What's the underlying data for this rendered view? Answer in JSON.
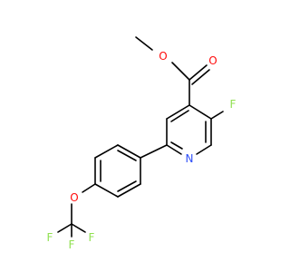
{
  "molecule": {
    "colors": {
      "bond": "#000000",
      "O": "#ff0d0d",
      "N": "#3050f8",
      "F": "#90e050"
    },
    "atoms": {
      "o_methoxy": "O",
      "o_carbonyl": "O",
      "f_ring": "F",
      "n_ring": "N",
      "o_ether": "O",
      "f1": "F",
      "f2": "F",
      "f3": "F"
    }
  }
}
